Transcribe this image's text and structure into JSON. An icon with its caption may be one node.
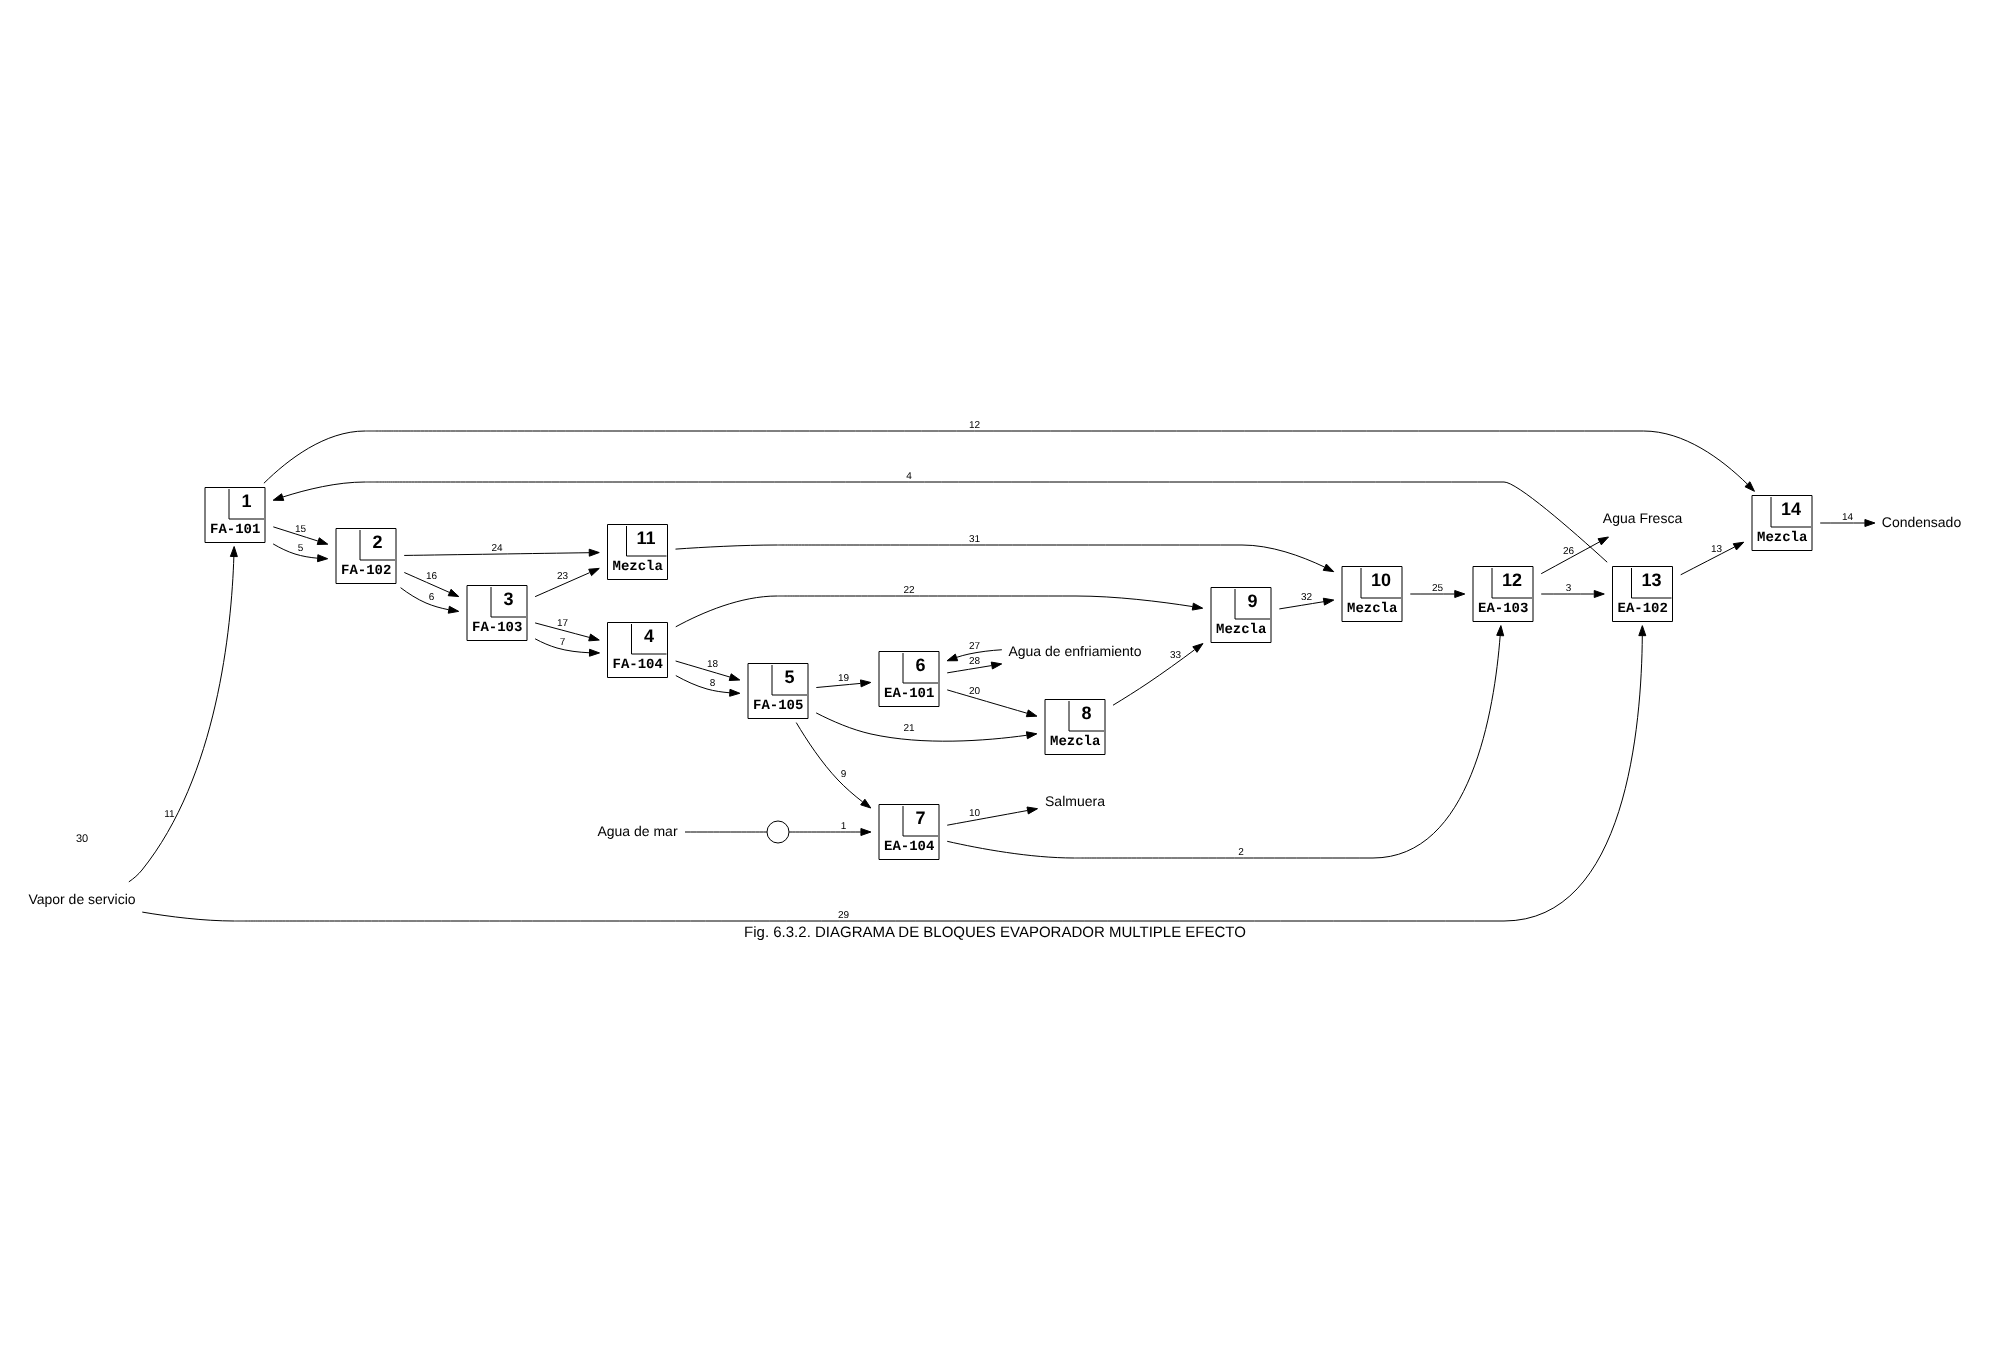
{
  "diagram": {
    "caption": "Fig. 6.3.2. DIAGRAMA DE BLOQUES EVAPORADOR MULTIPLE EFECTO",
    "nodes": [
      {
        "text": [
          "1",
          "FA-101"
        ]
      },
      {
        "text": [
          "2",
          "FA-102"
        ]
      },
      {
        "text": [
          "3",
          "FA-103"
        ]
      },
      {
        "text": [
          "4",
          "FA-104"
        ]
      },
      {
        "text": [
          "5",
          "FA-105"
        ]
      },
      {
        "text": [
          "6",
          "EA-101"
        ]
      },
      {
        "text": [
          "7",
          "EA-104"
        ]
      },
      {
        "text": [
          "8",
          "Mezcla"
        ]
      },
      {
        "text": [
          "9",
          "Mezcla"
        ]
      },
      {
        "text": [
          "10",
          "Mezcla"
        ]
      },
      {
        "text": [
          "11",
          "Mezcla"
        ]
      },
      {
        "text": [
          "12",
          "EA-103"
        ]
      },
      {
        "text": [
          "13",
          "EA-102"
        ]
      },
      {
        "text": [
          "14",
          "Mezcla"
        ]
      },
      {
        "text": [
          "Vapor de servicio"
        ]
      },
      {
        "text": [
          "Condensado"
        ]
      },
      {
        "text": [
          "Agua Fresca"
        ]
      },
      {
        "text": [
          "Salmuera"
        ]
      },
      {
        "text": [
          "Agua de mar"
        ]
      },
      {
        "text": [
          "Agua de enfriamiento"
        ]
      },
      {
        "text": [],
        "shape": "circle"
      }
    ],
    "edges": [
      {
        "from": 14,
        "to": 0,
        "arrow": "to",
        "label": "11"
      },
      {
        "from": 14,
        "to": 12,
        "arrow": "to",
        "label": "29"
      },
      {
        "from": 0,
        "to": 1,
        "arrow": "to",
        "label": "15"
      },
      {
        "from": 0,
        "to": 1,
        "arrow": "to",
        "label": "5"
      },
      {
        "from": 1,
        "to": 2,
        "arrow": "to",
        "label": "16"
      },
      {
        "from": 1,
        "to": 2,
        "arrow": "to",
        "label": "6"
      },
      {
        "from": 2,
        "to": 3,
        "arrow": "to",
        "label": "17"
      },
      {
        "from": 2,
        "to": 3,
        "arrow": "to",
        "label": "7"
      },
      {
        "from": 3,
        "to": 4,
        "arrow": "to",
        "label": "18"
      },
      {
        "from": 3,
        "to": 4,
        "arrow": "to",
        "label": "8"
      },
      {
        "from": 4,
        "to": 5,
        "arrow": "to",
        "label": "19"
      },
      {
        "from": 19,
        "to": 5,
        "arrow": "to",
        "label": "27"
      },
      {
        "from": 5,
        "to": 19,
        "arrow": "to",
        "label": "28"
      },
      {
        "from": 5,
        "to": 7,
        "arrow": "to",
        "label": "20"
      },
      {
        "from": 4,
        "to": 7,
        "arrow": "to",
        "label": "21"
      },
      {
        "from": 3,
        "to": 8,
        "arrow": "to",
        "label": "22"
      },
      {
        "from": 2,
        "to": 10,
        "arrow": "to",
        "label": "23"
      },
      {
        "from": 1,
        "to": 10,
        "arrow": "to",
        "label": "24"
      },
      {
        "from": 7,
        "to": 8,
        "arrow": "to",
        "label": "33"
      },
      {
        "from": 8,
        "to": 9,
        "arrow": "to",
        "label": "32"
      },
      {
        "from": 10,
        "to": 9,
        "arrow": "to",
        "label": "31"
      },
      {
        "from": 9,
        "to": 11,
        "arrow": "to",
        "label": "25"
      },
      {
        "from": 4,
        "to": 6,
        "arrow": "to",
        "label": "9"
      },
      {
        "from": 18,
        "to": 20,
        "arrow": "none"
      },
      {
        "from": 20,
        "to": 6,
        "arrow": "to",
        "label": "1"
      },
      {
        "from": 6,
        "to": 11,
        "arrow": "to",
        "label": "2"
      },
      {
        "from": 6,
        "to": 17,
        "arrow": "to",
        "label": "10"
      },
      {
        "from": 11,
        "to": 12,
        "arrow": "to",
        "label": "3"
      },
      {
        "from": 11,
        "to": 16,
        "arrow": "to",
        "label": "26"
      },
      {
        "from": 12,
        "to": 0,
        "arrow": "to",
        "label": "4"
      },
      {
        "from": 12,
        "to": 13,
        "arrow": "to",
        "label": "13"
      },
      {
        "from": 0,
        "to": 13,
        "arrow": "to",
        "label": "12"
      },
      {
        "from": 13,
        "to": 15,
        "arrow": "to",
        "label": "14"
      }
    ],
    "labels": [
      "30"
    ]
  }
}
